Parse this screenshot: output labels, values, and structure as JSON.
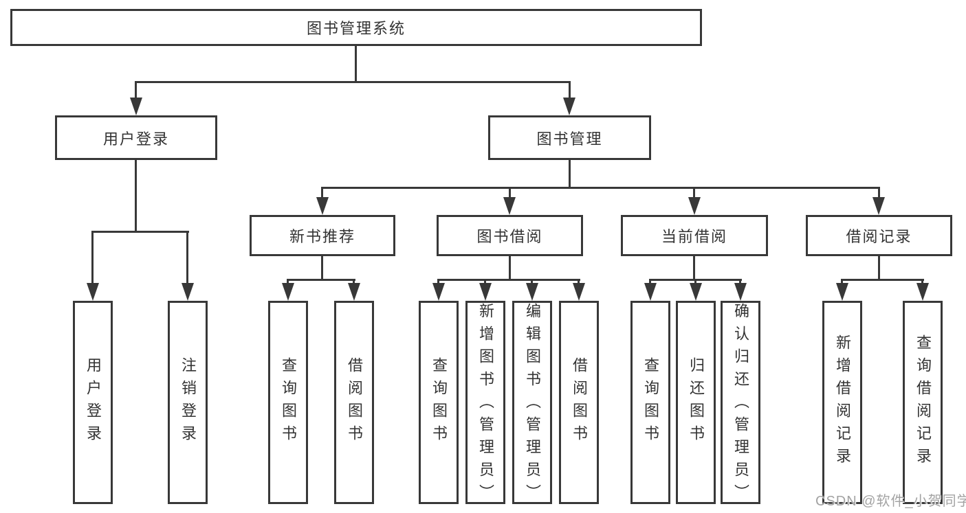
{
  "title": {
    "label": "图书管理系统"
  },
  "level2": {
    "user_login": "用户登录",
    "book_mgmt": "图书管理"
  },
  "level3": {
    "new_books": "新书推荐",
    "book_borrow": "图书借阅",
    "current_borrow": "当前借阅",
    "borrow_records": "借阅记录"
  },
  "leaves": {
    "user_login": [
      "用户登录",
      "注销登录"
    ],
    "new_books": [
      "查询图书",
      "借阅图书"
    ],
    "book_borrow": [
      "查询图书",
      "新增图书（管理员）",
      "编辑图书（管理员）",
      "借阅图书"
    ],
    "current_borrow": [
      "查询图书",
      "归还图书",
      "确认归还（管理员）"
    ],
    "borrow_records": [
      "新增借阅记录",
      "查询借阅记录"
    ]
  },
  "watermark": "CSDN @软件_小贺同学",
  "colors": {
    "line": "#383838",
    "text": "#333333",
    "background": "#ffffff",
    "watermark": "#a3a3a3"
  }
}
